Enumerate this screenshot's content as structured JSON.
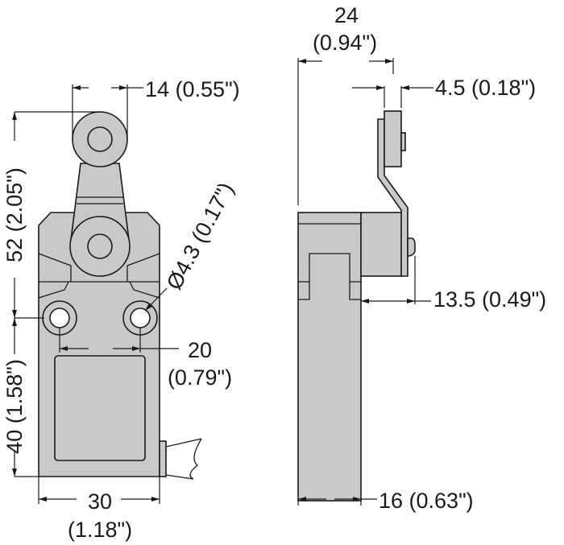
{
  "drawing": {
    "front_view": {
      "roller_width": "14 (0.55\")",
      "lever_height": "52 (2.05\")",
      "lower_height": "40 (1.58\")",
      "body_width_mm": "30",
      "body_width_in": "(1.18\")",
      "hole_spacing_mm": "20",
      "hole_spacing_in": "(0.79\")",
      "hole_diameter": "Ø4.3 (0.17\")"
    },
    "side_view": {
      "overall_depth_mm": "24",
      "overall_depth_in": "(0.94\")",
      "roller_thickness": "4.5 (0.18\")",
      "head_depth": "13.5 (0.49\")",
      "body_depth": "16 (0.63\")"
    },
    "colors": {
      "part_fill": "#c8c9cb",
      "line": "#1a1a1a"
    }
  }
}
